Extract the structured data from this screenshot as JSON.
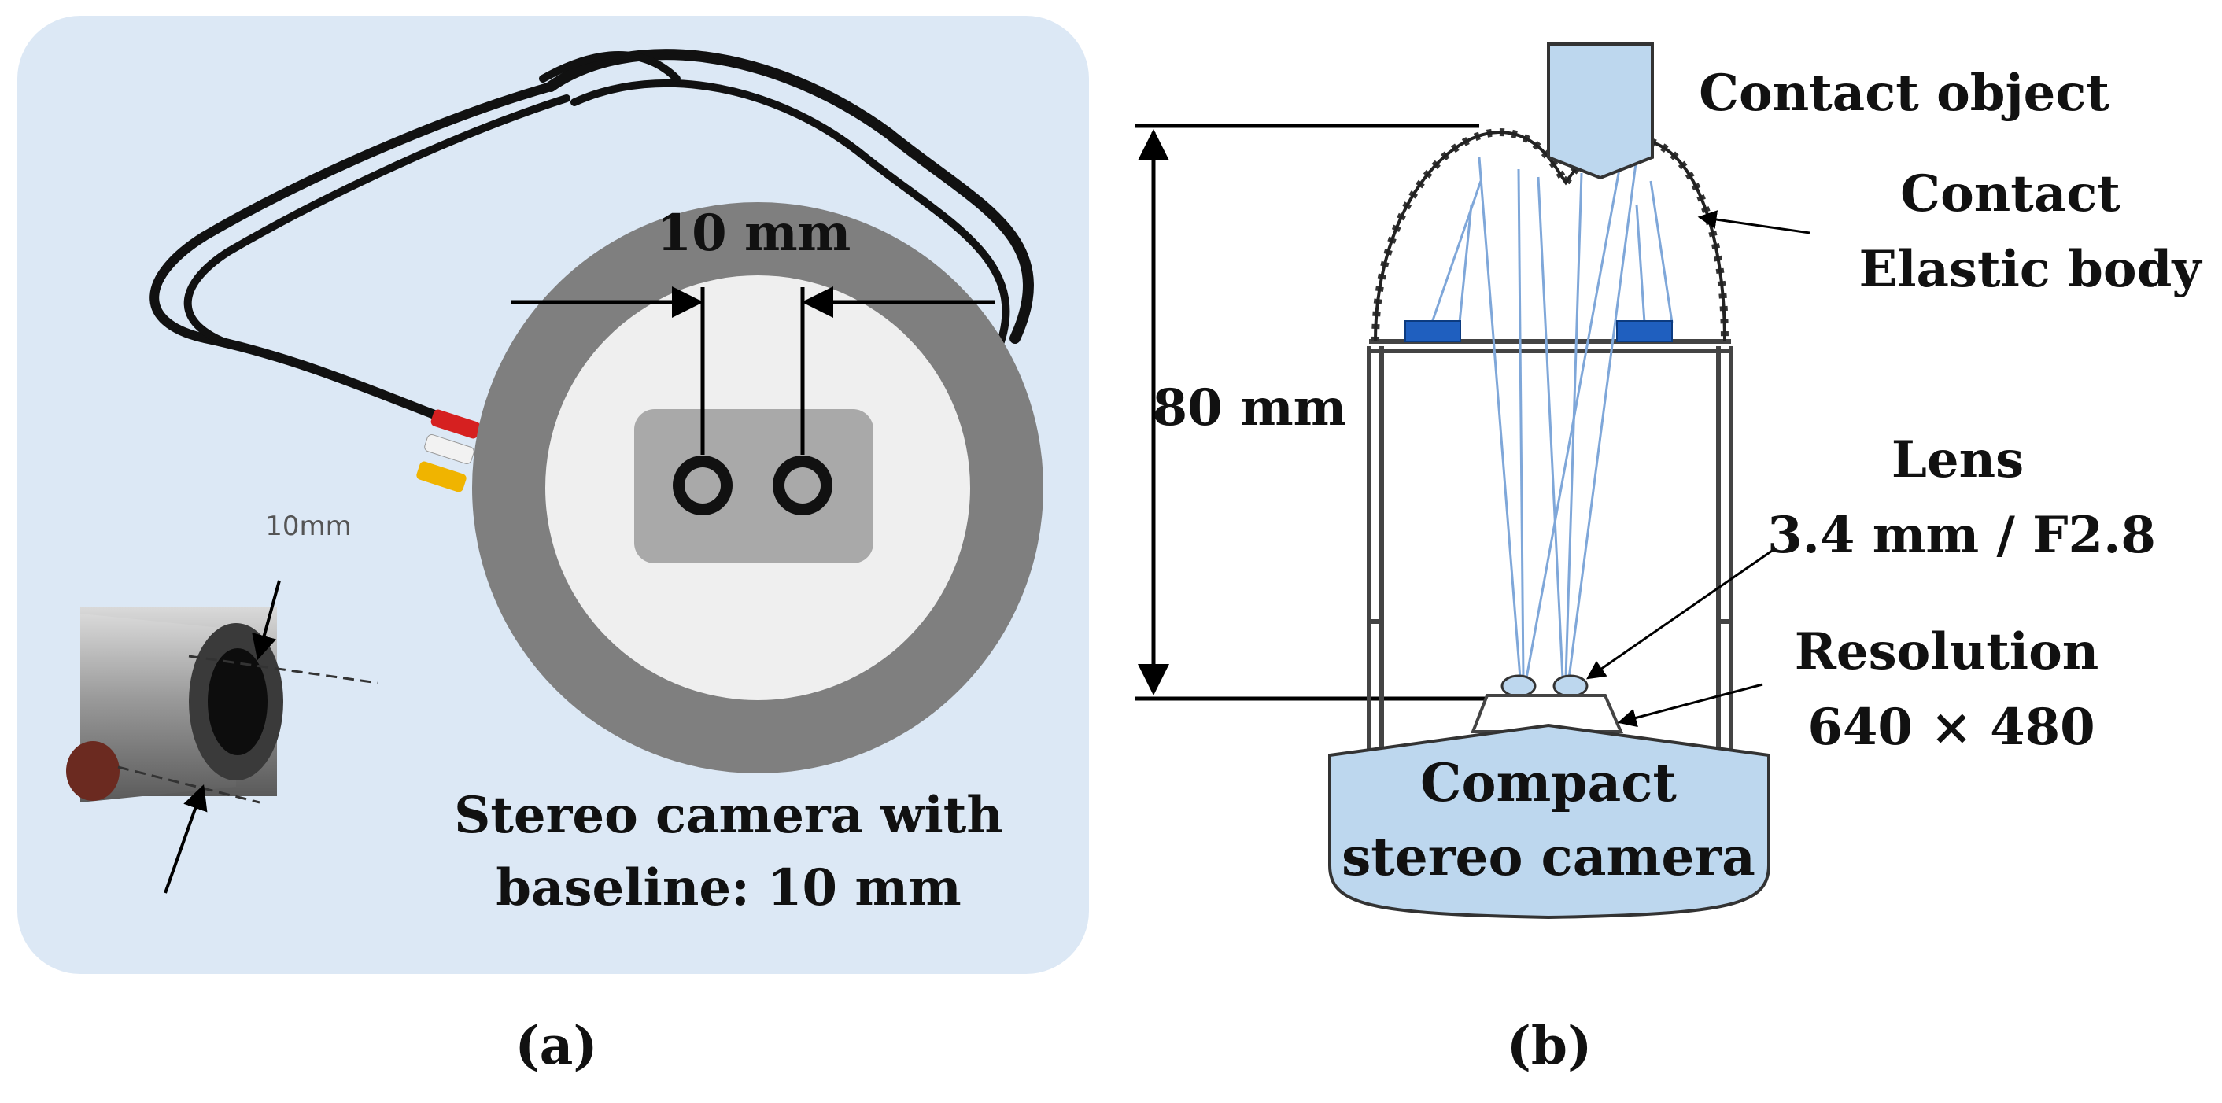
{
  "panel_a": {
    "caption": "(a)",
    "baseline_label": "10 mm",
    "photo_label": "10mm",
    "stereo_line1": "Stereo camera with",
    "stereo_line2": "baseline: 10 mm"
  },
  "panel_b": {
    "caption": "(b)",
    "height_label": "80 mm",
    "contact_object": "Contact object",
    "elastic_line1": "Contact",
    "elastic_line2": "Elastic body",
    "lens_line1": "Lens",
    "lens_line2": "3.4 mm / F2.8",
    "resolution_line1": "Resolution",
    "resolution_line2": "640 × 480",
    "camera_line1": "Compact",
    "camera_line2": "stereo camera"
  },
  "colors": {
    "panel_bg": "#dce8f5",
    "light_blue_fill": "#bdd7ee",
    "marker_blue": "#1f5fbf",
    "ray_blue": "#7fa7d9",
    "ring_gray": "#7f7f7f",
    "inner_white": "#efefef",
    "module_gray": "#a9a9a9"
  }
}
